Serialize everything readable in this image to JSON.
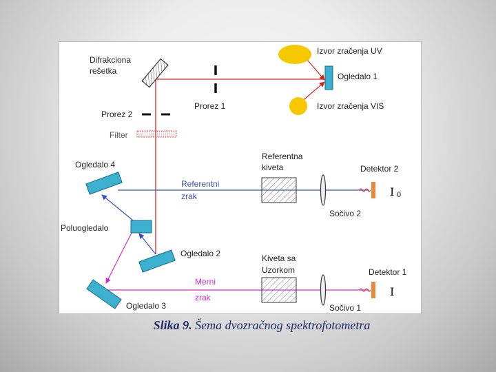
{
  "labels": {
    "difrakciona_line1": "Difrakciona",
    "difrakciona_line2": "rešetka",
    "prorez1": "Prorez 1",
    "prorez2": "Prorez 2",
    "filter": "Filter",
    "izvor_uv": "Izvor zračenja UV",
    "ogledalo1": "Ogledalo 1",
    "izvor_vis": "Izvor zračenja VIS",
    "ogledalo4": "Ogledalo 4",
    "referentni_line1": "Referentni",
    "referentni_line2": "zrak",
    "referentna_line1": "Referentna",
    "referentna_line2": "kiveta",
    "detektor2": "Detektor 2",
    "i0_symbol": "I",
    "i0_sub": "0",
    "socivo2": "Sočivo 2",
    "poluogledalo": "Poluogledalo",
    "ogledalo2": "Ogledalo 2",
    "kiveta_line1": "Kiveta sa",
    "kiveta_line2": "Uzorkom",
    "detektor1": "Detektor 1",
    "i_symbol": "I",
    "merni_line1": "Merni",
    "merni_line2": "zrak",
    "ogledalo3": "Ogledalo 3",
    "socivo1": "Sočivo 1"
  },
  "caption": {
    "label": "Slika 9.",
    "text": " Šema dvozračnog spektrofotometra"
  },
  "colors": {
    "beam_main": "#e02020",
    "beam_reference": "#3a4fb8",
    "beam_sample": "#d22ad2",
    "component_fill": "#3bb0cf",
    "source_fill": "#f5c800",
    "detector_fill": "#e8893a"
  }
}
